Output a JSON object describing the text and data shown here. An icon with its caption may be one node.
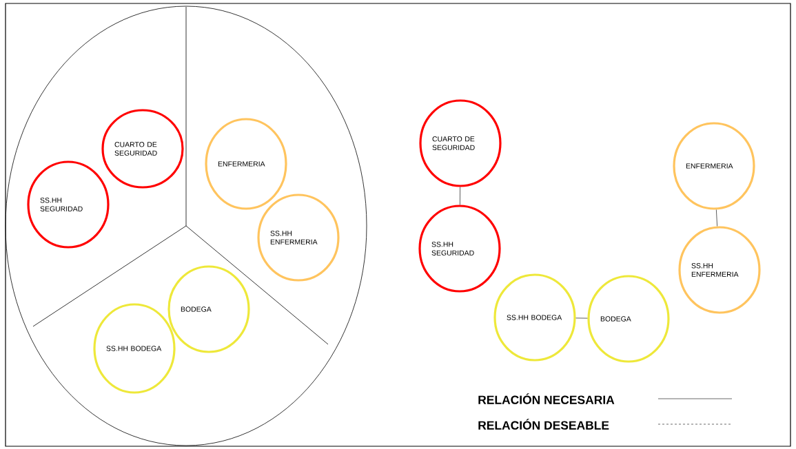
{
  "diagram": {
    "nodes": [
      {
        "text": [],
        "shape": "circle"
      },
      {
        "text": [
          "CUARTO DE SEGURIDAD"
        ],
        "in": 0
      },
      {
        "text": [
          "SS.HH SEGURIDAD"
        ],
        "in": 0
      },
      {
        "text": [
          "ENFERMERIA"
        ],
        "in": 0
      },
      {
        "text": [
          "SS.HH ENFERMERIA"
        ],
        "in": 0
      },
      {
        "text": [
          "BODEGA"
        ],
        "in": 0
      },
      {
        "text": [
          "SS.HH BODEGA"
        ],
        "in": 0
      },
      {
        "text": [
          "CUARTO DE SEGURIDAD"
        ]
      },
      {
        "text": [
          "SS.HH SEGURIDAD"
        ]
      },
      {
        "text": [
          "ENFERMERIA"
        ]
      },
      {
        "text": [
          "SS.HH ENFERMERIA"
        ]
      },
      {
        "text": [
          "SS.HH BODEGA"
        ]
      },
      {
        "text": [
          "BODEGA"
        ]
      }
    ],
    "edges": [
      {
        "from": 7,
        "to": 8,
        "arrow": "none"
      },
      {
        "from": 9,
        "to": 10,
        "arrow": "none"
      },
      {
        "from": 11,
        "to": 12,
        "arrow": "none"
      }
    ],
    "legend": [
      {
        "text": "RELACIÓN NECESARIA"
      },
      {
        "text": "RELACIÓN DESEABLE"
      }
    ]
  }
}
